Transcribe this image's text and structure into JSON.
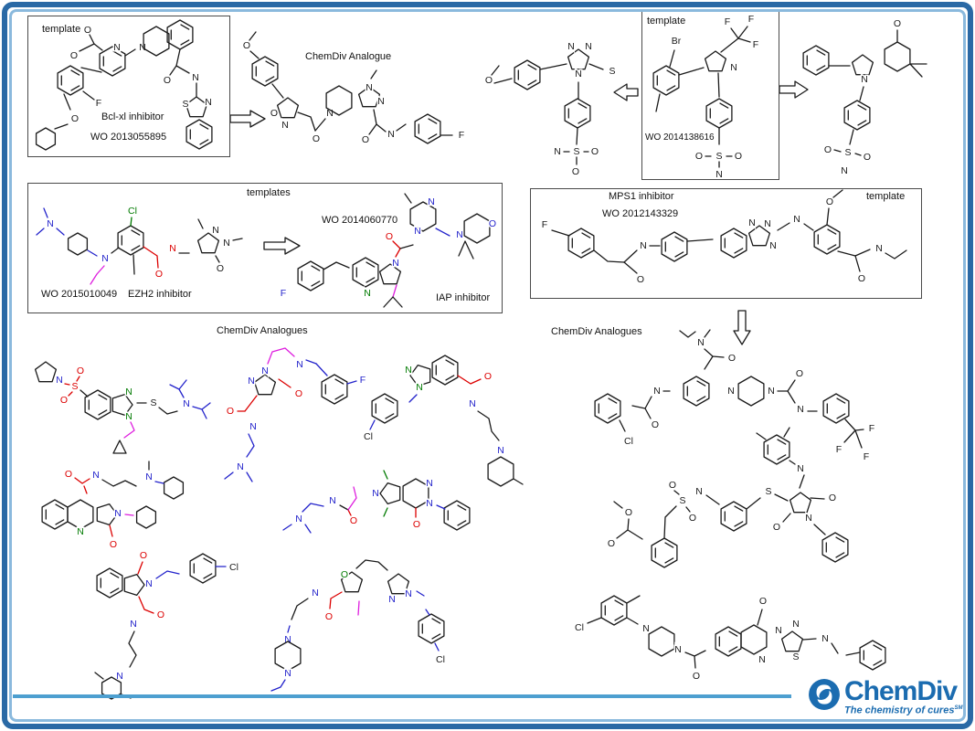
{
  "palette": {
    "structure_black": "#1a1a1a",
    "structure_blue": "#2323cb",
    "structure_green": "#007a00",
    "structure_red": "#dc0000",
    "structure_magenta": "#de1ede",
    "frame_outer": "#2a69a5",
    "frame_inner": "#8ab9dd",
    "divider_line": "#4d9fd0",
    "logo_blue": "#1b6cb0"
  },
  "boxes": {
    "bclxl": {
      "label": "template",
      "name": "Bcl-xl inhibitor",
      "wo": "WO 2013055895"
    },
    "celecoxib": {
      "label": "template",
      "wo": "WO 2014138616"
    },
    "templates": {
      "label": "templates",
      "ezh2_wo": "WO 2015010049",
      "ezh2_name": "EZH2 inhibitor",
      "iap_wo": "WO 2014060770",
      "iap_name": "IAP inhibitor"
    },
    "mps1": {
      "label": "template",
      "name": "MPS1 inhibitor",
      "wo": "WO 2012143329"
    }
  },
  "captions": {
    "chemdiv_analogue": "ChemDiv Analogue",
    "analogues_left": "ChemDiv Analogues",
    "analogues_right": "ChemDiv Analogues"
  },
  "logo": {
    "brand": "ChemDiv",
    "tagline": "The chemistry of cures",
    "service_mark": "SM"
  },
  "structures": [
    {
      "id": "bclxl-template",
      "colors": "black",
      "description": "Bcl-xl inhibitor template: pyridine carboxylic acid, fluoro-cyclohexyloxy-phenyl, tetrahydroisoquinoline, benzothiazole amide"
    },
    {
      "id": "chemdiv-analogue-top",
      "colors": "black",
      "description": "methoxyphenyl isoxazole carbonyl pyrazolo-piperidine, fluorobenzyl amide"
    },
    {
      "id": "triazole-thione-analogue",
      "colors": "black",
      "description": "methoxyphenyl triazole thiol with benzenesulfonamide"
    },
    {
      "id": "celecoxib-like-template",
      "colors": "black",
      "description": "bromo-methylphenyl CF3 pyrazole benzenesulfonamide, WO 2014138616"
    },
    {
      "id": "indolone-analogue",
      "colors": "black",
      "description": "2-phenyl dimethyl tetrahydroindol-4-one benzenesulfonamide"
    },
    {
      "id": "ezh2-template",
      "colors": "blue/green/red/magenta",
      "description": "dimethylaminocyclohexyl-amino chloro-methylbenzamide pyrazolone (EZH2 inhibitor)"
    },
    {
      "id": "iap-template",
      "colors": "blue/green/red/magenta",
      "description": "fluorobenzyl pyrrolopyridine acetyl methylpiperazine dimethylmorpholine (IAP inhibitor)"
    },
    {
      "id": "mps1-template",
      "colors": "black",
      "description": "fluorophenylacetamide biphenyl triazolopyridine methoxy-ethylbenzamide (MPS1 inhibitor)"
    },
    {
      "id": "analogue-benzimidazole",
      "colors": "magenta/red/green/blue",
      "description": "pyrrolidinylsulfonyl benzimidazole thioether diisopropylaminoethyl cyclopropylmethyl"
    },
    {
      "id": "analogue-pyrazolodiazepinone",
      "colors": "green/magenta/blue/red",
      "description": "pyrazolodiazepinone fluorobenzyl dimethylaminoethyl amide"
    },
    {
      "id": "analogue-indazole",
      "colors": "green/blue/red",
      "description": "chlorobenzyl indazole carboxamide propyl methylpiperidine"
    },
    {
      "id": "analogue-pyrroloquinolinone",
      "colors": "blue/green/red/magenta",
      "description": "pyrroloquinolinone cyclohexyl amide with N-methyl cyclohexylamine chain"
    },
    {
      "id": "analogue-pyrrolopyridazinone",
      "colors": "blue/green/red/magenta",
      "description": "dimethyl pyrrolopyridazinone N-phenyl, dimethylaminoethyl propanamide"
    },
    {
      "id": "analogue-isoindolinone",
      "colors": "green/red/blue",
      "description": "isoindolinone chlorophenethyl carboxamide dimethylpiperidine propyl"
    },
    {
      "id": "analogue-furoindazole",
      "colors": "green/red/blue/magenta",
      "description": "tetrahydrofuroindazole chlorobenzyl carboxamide ethylpiperazine propyl"
    },
    {
      "id": "analogue-piperazine-carboxamide",
      "colors": "black",
      "description": "chlorobenzamido diethylcarbamoyl phenyl piperazine carboxamide CF3-phenyl"
    },
    {
      "id": "analogue-maleimide",
      "colors": "black",
      "description": "methyl benzoate sulfonamide phenyl thio maleimide N-phenyl dimethylphenylimine"
    },
    {
      "id": "analogue-quinazolinone",
      "colors": "black",
      "description": "chloro-methylphenyl piperazine carbonyl thiadiazolo-quinazolinone benzylamine"
    }
  ]
}
